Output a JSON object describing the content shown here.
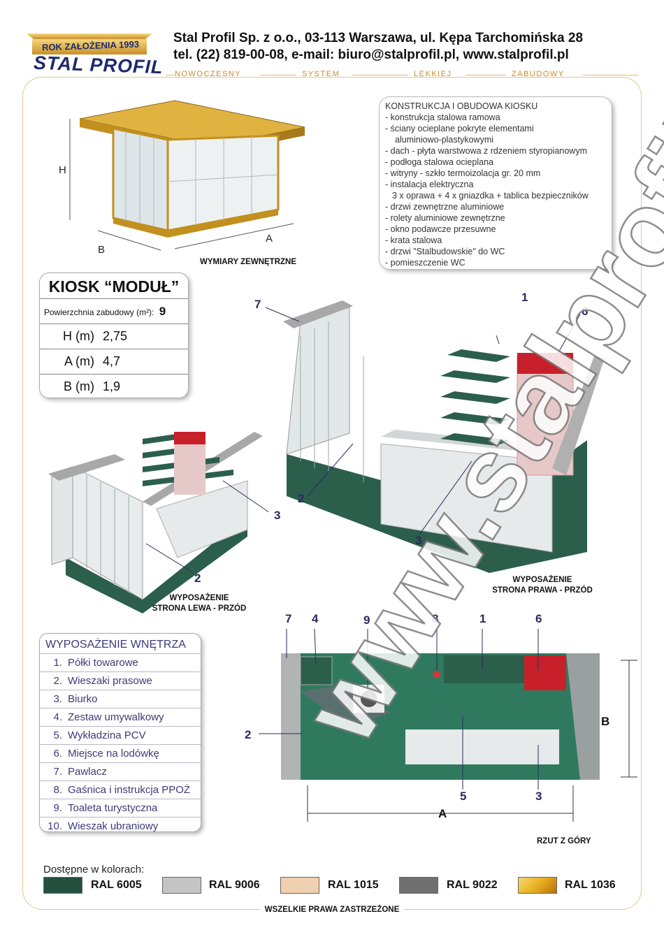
{
  "header": {
    "line1": "Stal Profil Sp. z o.o., 03-113 Warszawa, ul. Kępa Tarchomińska 28",
    "line2": "tel. (22) 819-00-08,  e-mail: biuro@stalprofil.pl,  www.stalprofil.pl",
    "tagline": [
      "NOWOCZESNY",
      "SYSTEM",
      "LEKKIEJ",
      "ZABUDOWY"
    ]
  },
  "logo": {
    "badge": "ROK ZAŁOŻENIA 1993",
    "name": "STAL PROFIL"
  },
  "construction": {
    "title": "KONSTRUKCJA I OBUDOWA KIOSKU",
    "items": [
      "- konstrukcja stalowa ramowa",
      "- ściany ocieplane pokryte elementami",
      "   aluminiowo-plastykowymi",
      "- dach - płyta warstwowa z rdzeniem styropianowym",
      "- podłoga stalowa ocieplana",
      "- witryny - szkło termoizolacja gr. 20 mm",
      "- instalacja elektryczna",
      "   3 x oprawa + 4 x gniazdka + tablica bezpieczników",
      "- drzwi zewnętrzne aluminiowe",
      "- rolety aluminiowe zewnętrzne",
      "- okno podawcze przesuwne",
      "- krata stalowa",
      "- drzwi \"Stalbudowskie\" do WC",
      "- pomieszczenie WC"
    ]
  },
  "kiosk": {
    "title": "KIOSK “MODUŁ”",
    "area_label": "Powierzchnia zabudowy (m²):",
    "area_value": "9",
    "dims": [
      {
        "key": "H (m)",
        "value": "2,75"
      },
      {
        "key": "A (m)",
        "value": "4,7"
      },
      {
        "key": "B (m)",
        "value": "1,9"
      }
    ]
  },
  "captions": {
    "external": "WYMIARY ZEWNĘTRZNE",
    "left_1": "WYPOSAŻENIE",
    "left_2": "STRONA LEWA - PRZÓD",
    "right_1": "WYPOSAŻENIE",
    "right_2": "STRONA PRAWA - PRZÓD",
    "top": "RZUT Z GÓRY"
  },
  "dimension_labels": {
    "h": "H",
    "a": "A",
    "b": "B"
  },
  "callouts": {
    "n1": "1",
    "n2": "2",
    "n3": "3",
    "n4": "4",
    "n5": "5",
    "n6": "6",
    "n7": "7",
    "n8": "8",
    "n9": "9"
  },
  "equipment": {
    "title": "WYPOSAŻENIE WNĘTRZA",
    "items": [
      {
        "n": "1.",
        "label": "Półki towarowe"
      },
      {
        "n": "2.",
        "label": "Wieszaki prasowe"
      },
      {
        "n": "3.",
        "label": "Biurko"
      },
      {
        "n": "4.",
        "label": "Zestaw umywalkowy"
      },
      {
        "n": "5.",
        "label": "Wykładzina PCV"
      },
      {
        "n": "6.",
        "label": "Miejsce na lodówkę"
      },
      {
        "n": "7.",
        "label": "Pawlacz"
      },
      {
        "n": "8.",
        "label": "Gaśnica i instrukcja PPOŻ"
      },
      {
        "n": "9.",
        "label": "Toaleta turystyczna"
      },
      {
        "n": "10.",
        "label": "Wieszak ubraniowy"
      }
    ]
  },
  "colors": {
    "title": "Dostępne w kolorach:",
    "swatches": [
      {
        "label": "RAL 6005",
        "hex": "#24503f"
      },
      {
        "label": "RAL 9006",
        "hex": "#c4c4c4"
      },
      {
        "label": "RAL 1015",
        "hex": "#efd0b0"
      },
      {
        "label": "RAL 9022",
        "hex": "#707070"
      },
      {
        "label": "RAL 1036",
        "hex": "#e8b020"
      }
    ]
  },
  "footer": "WSZELKIE PRAWA ZASTRZEŻONE",
  "watermark": "www.stalprofil.pl"
}
